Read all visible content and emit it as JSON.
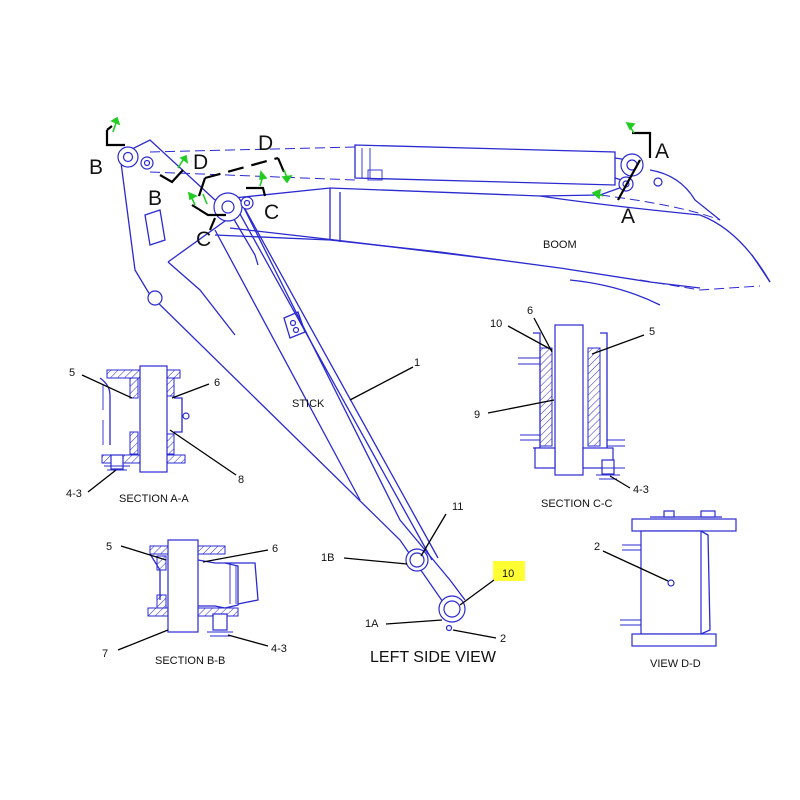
{
  "labels": {
    "boom": "BOOM",
    "stick": "STICK",
    "left_side_view": "LEFT SIDE VIEW",
    "section_aa": "SECTION A-A",
    "section_bb": "SECTION B-B",
    "section_cc": "SECTION C-C",
    "view_dd": "VIEW D-D"
  },
  "section_letters": {
    "a": "A",
    "b": "B",
    "c": "C",
    "d": "D"
  },
  "callouts": {
    "p1": "1",
    "p1a": "1A",
    "p1b": "1B",
    "p2": "2",
    "p4_3": "4-3",
    "p5": "5",
    "p6": "6",
    "p7": "7",
    "p8": "8",
    "p9": "9",
    "p10": "10",
    "p11": "11"
  },
  "colors": {
    "line": "#2a2ad0",
    "leader": "#000000",
    "arrow": "#22cc22",
    "highlight": "#ffff33"
  }
}
